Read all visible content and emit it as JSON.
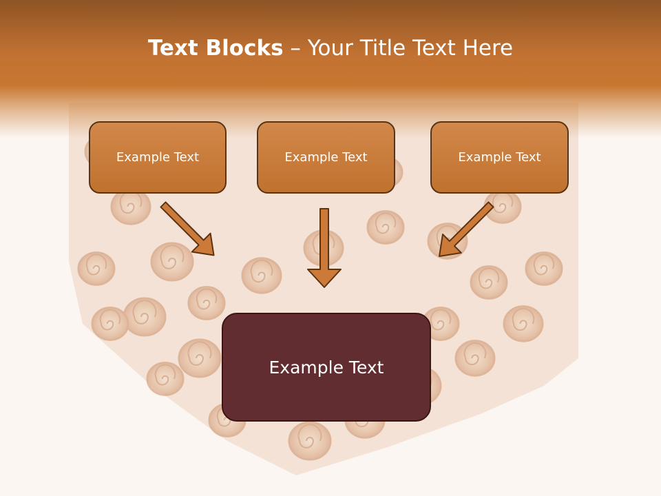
{
  "slide": {
    "title_bold": "Text Blocks",
    "title_rest": " – Your Title Text Here",
    "boxes": [
      "Example Text",
      "Example Text",
      "Example Text"
    ],
    "bottom_box": "Example Text"
  },
  "colors": {
    "header": "#c27232",
    "box_fill": "#c8793a",
    "box_border": "#5a3312",
    "bottom_box_fill": "#622d31",
    "arrow_fill": "#cc7a3a"
  },
  "background_image": "cinnamon-sticks"
}
